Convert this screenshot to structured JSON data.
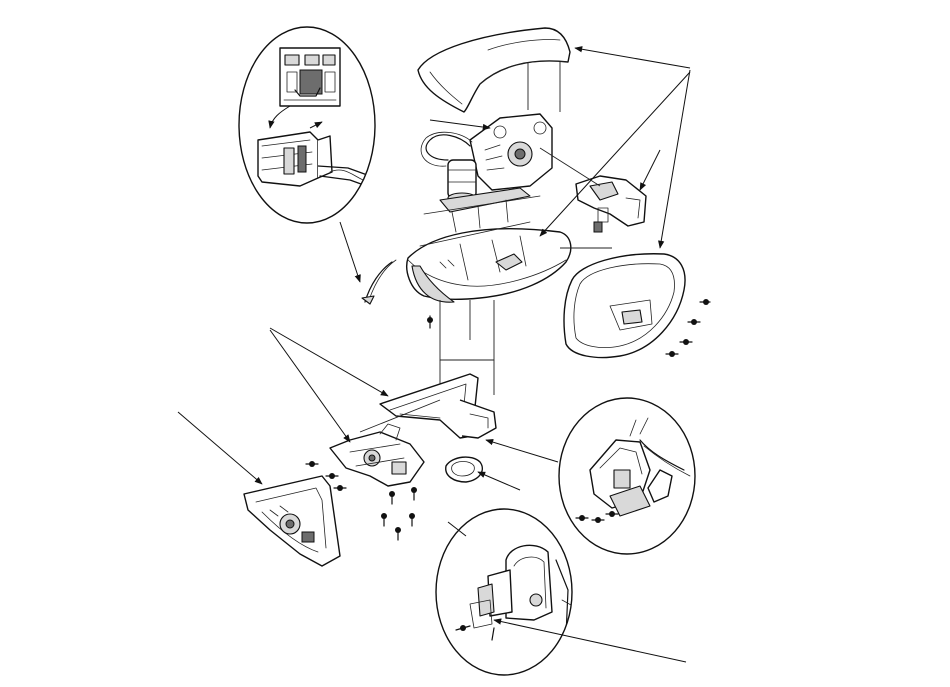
{
  "diagram": {
    "description_text": "",
    "parts": [
      {
        "id": "mirror-cap",
        "icon": "mirror-cap-icon"
      },
      {
        "id": "power-actuator",
        "icon": "actuator-motor-icon"
      },
      {
        "id": "mirror-housing",
        "icon": "mirror-housing-icon"
      },
      {
        "id": "turn-signal-unit",
        "icon": "turn-signal-icon"
      },
      {
        "id": "mirror-glass",
        "icon": "mirror-glass-icon"
      },
      {
        "id": "mirror-base",
        "icon": "mirror-base-icon"
      },
      {
        "id": "hinge-bracket",
        "icon": "hinge-bracket-icon"
      },
      {
        "id": "door-cover-panel",
        "icon": "door-cover-icon"
      },
      {
        "id": "gasket",
        "icon": "gasket-icon"
      },
      {
        "id": "screws",
        "icon": "screw-icon"
      }
    ],
    "callouts": [
      {
        "id": "connector-detail",
        "icon": "connector-detail-icon"
      },
      {
        "id": "harness-detail",
        "icon": "harness-detail-icon"
      },
      {
        "id": "mounting-detail",
        "icon": "mounting-detail-icon"
      }
    ]
  },
  "colors": {
    "line": "#111111",
    "background": "#ffffff",
    "shading": "#d9d9d9"
  }
}
